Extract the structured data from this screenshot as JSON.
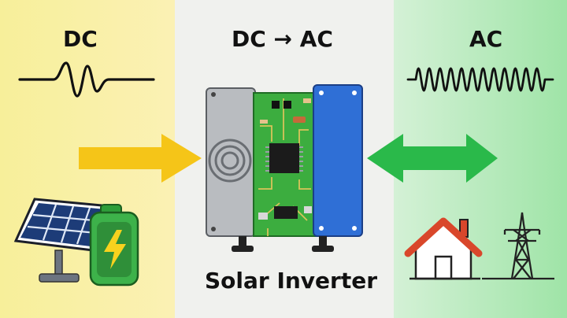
{
  "labels": {
    "dc": "DC",
    "conversion": "DC → AC",
    "ac": "AC",
    "title": "Solar Inverter"
  },
  "icons": [
    "dc-waveform-icon",
    "ac-waveform-icon",
    "solar-panel-icon",
    "battery-icon",
    "inverter-icon",
    "house-icon",
    "power-tower-icon",
    "arrow-right-icon",
    "double-arrow-icon"
  ],
  "colors": {
    "dc_panel": "#f7ef9a",
    "ac_panel": "#a6e6ad",
    "dc_arrow": "#f5c518",
    "ac_arrow": "#2ab94a",
    "pcb": "#3cad3f",
    "heatsink_blue": "#2f6fd6",
    "battery": "#2e9e3a",
    "house_roof": "#d9472b"
  }
}
